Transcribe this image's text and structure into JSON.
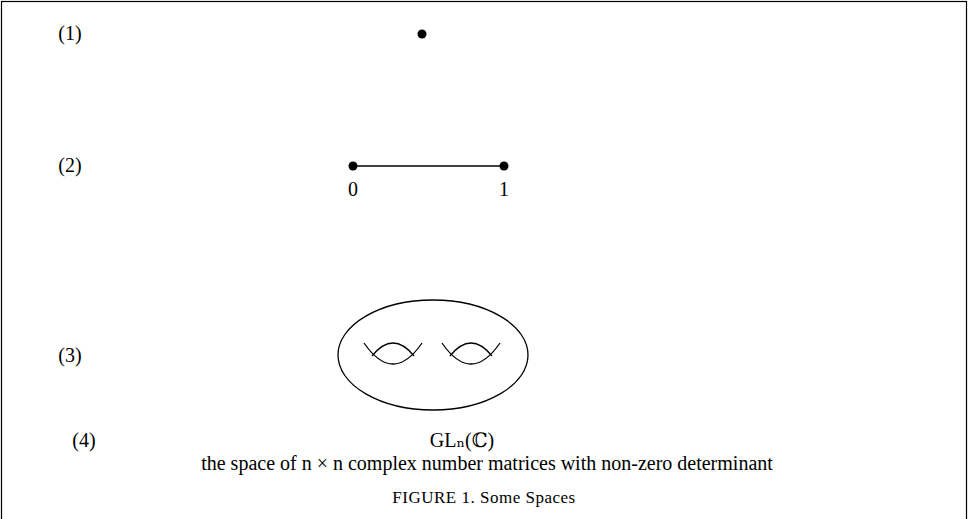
{
  "diagram": {
    "caption": "FIGURE 1. Some Spaces",
    "labels": [
      "(1)",
      "(2)",
      "0",
      "1",
      "(3)",
      "(4)",
      "GLₙ(ℂ)",
      "the space of n × n complex number matrices with non-zero determinant"
    ]
  }
}
